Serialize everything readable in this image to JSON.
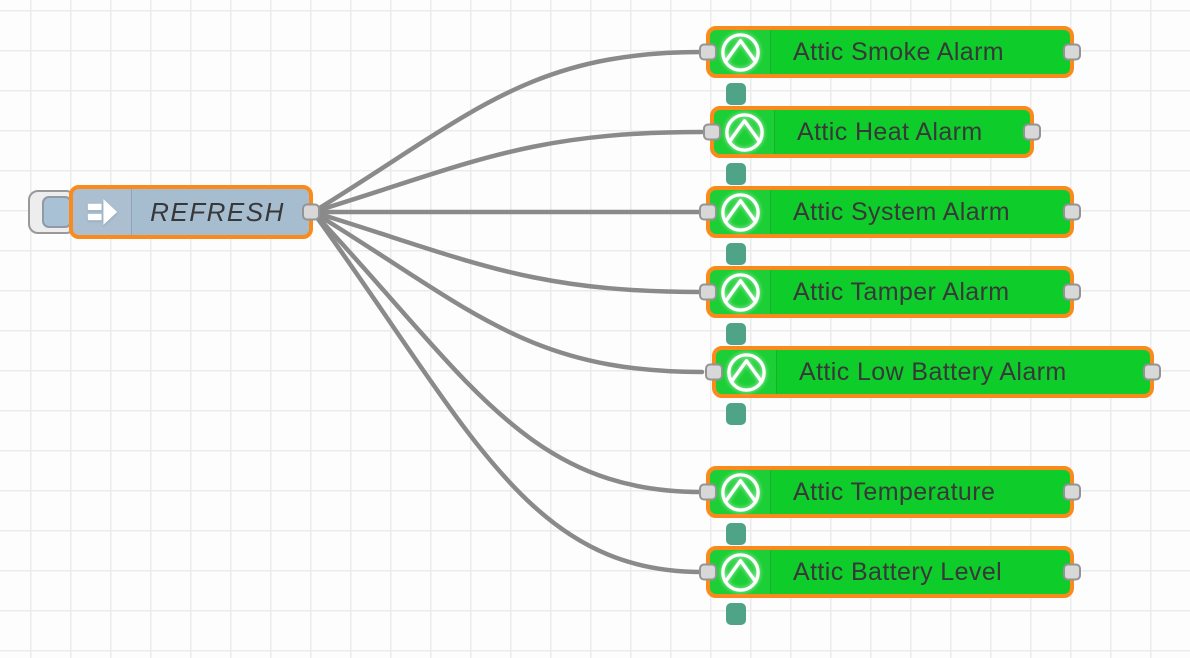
{
  "editor": {
    "kind": "flow-canvas"
  },
  "colors": {
    "item_node_green": "#0ecc2a",
    "selection_border_orange": "#fa8a1b",
    "inject_node_blue_gray": "#a6bccf",
    "wire_gray": "#8a8a8a",
    "status_indicator_teal": "#4fa387",
    "grid_line": "#ebebeb",
    "port_fill": "#d8d8d8",
    "label_text": "#383838"
  },
  "inject_node": {
    "label": "REFRESH",
    "icon": "inject-arrow-icon",
    "selected": true
  },
  "item_nodes": [
    {
      "label": "Attic Smoke Alarm",
      "icon": "openhab-icon",
      "selected": true,
      "has_status_indicator": true
    },
    {
      "label": "Attic Heat Alarm",
      "icon": "openhab-icon",
      "selected": true,
      "has_status_indicator": true
    },
    {
      "label": "Attic System Alarm",
      "icon": "openhab-icon",
      "selected": true,
      "has_status_indicator": true
    },
    {
      "label": "Attic Tamper Alarm",
      "icon": "openhab-icon",
      "selected": true,
      "has_status_indicator": true
    },
    {
      "label": "Attic Low Battery Alarm",
      "icon": "openhab-icon",
      "selected": true,
      "has_status_indicator": true
    },
    {
      "label": "Attic Temperature",
      "icon": "openhab-icon",
      "selected": true,
      "has_status_indicator": true
    },
    {
      "label": "Attic Battery Level",
      "icon": "openhab-icon",
      "selected": true,
      "has_status_indicator": true
    }
  ],
  "wires": [
    {
      "from": "REFRESH",
      "to": "Attic Smoke Alarm"
    },
    {
      "from": "REFRESH",
      "to": "Attic Heat Alarm"
    },
    {
      "from": "REFRESH",
      "to": "Attic System Alarm"
    },
    {
      "from": "REFRESH",
      "to": "Attic Tamper Alarm"
    },
    {
      "from": "REFRESH",
      "to": "Attic Low Battery Alarm"
    },
    {
      "from": "REFRESH",
      "to": "Attic Temperature"
    },
    {
      "from": "REFRESH",
      "to": "Attic Battery Level"
    }
  ]
}
